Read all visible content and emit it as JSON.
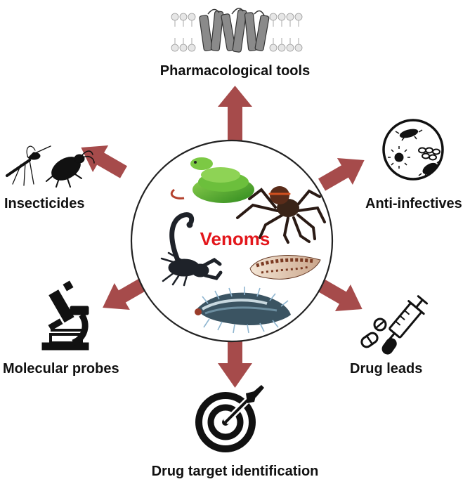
{
  "center": {
    "label": "Venoms",
    "color": "#e3161b"
  },
  "arrow_color": "#a64b4b",
  "outputs": [
    {
      "label": "Pharmacological tools",
      "icon": "membrane-protein-icon"
    },
    {
      "label": "Anti-infectives",
      "icon": "microbes-icon"
    },
    {
      "label": "Drug leads",
      "icon": "syringe-pills-icon"
    },
    {
      "label": "Drug target identification",
      "icon": "target-icon"
    },
    {
      "label": "Molecular probes",
      "icon": "microscope-icon"
    },
    {
      "label": "Insecticides",
      "icon": "mosquito-cockroach-icon"
    }
  ],
  "venomous_animals": [
    "snake",
    "tarantula",
    "scorpion",
    "cone snail",
    "centipede"
  ]
}
